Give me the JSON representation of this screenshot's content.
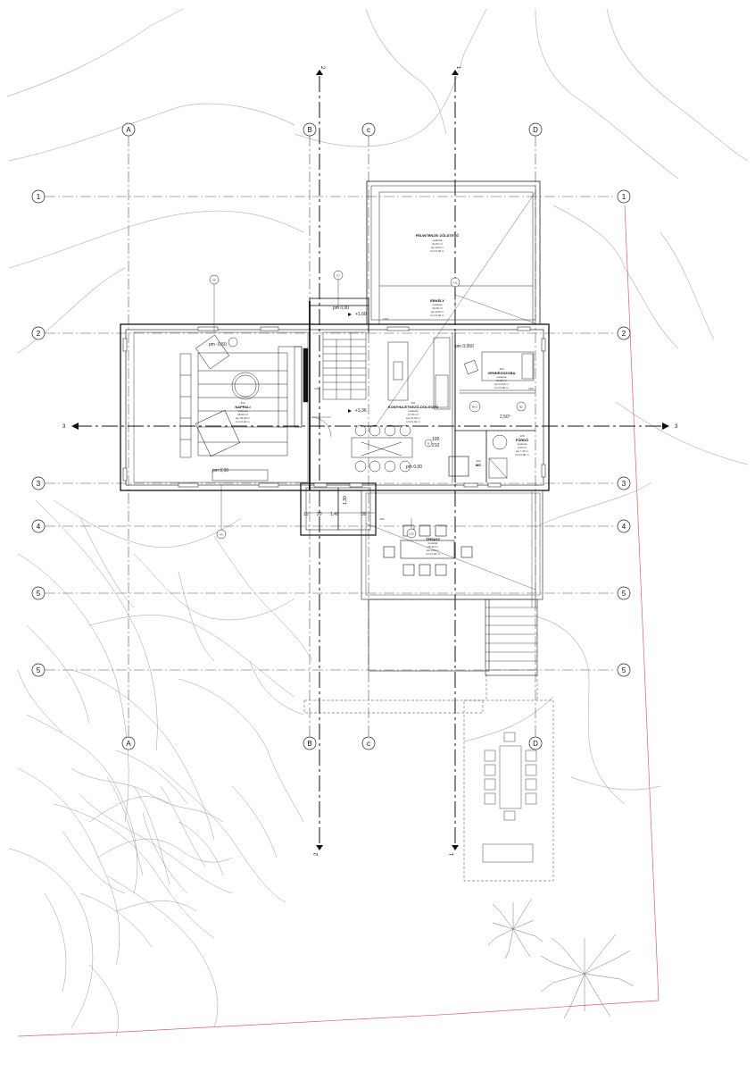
{
  "grid": {
    "columns": [
      "A",
      "B",
      "c",
      "D"
    ],
    "rows_left": [
      "1",
      "2",
      "3",
      "4",
      "5",
      "5"
    ],
    "rows_right": [
      "1",
      "2",
      "3",
      "4",
      "5",
      "5"
    ]
  },
  "section_marks": {
    "cut_2": "2",
    "cut_1": "1",
    "cut_3": "3"
  },
  "rooms": {
    "zoldteto": {
      "name": "FÉLINTENZÍV ZÖLDTETŐ",
      "floor": "parketta",
      "area": "21,54 m²",
      "perimeter": "ker.0,00 m",
      "height": "bm=3,00 m"
    },
    "ereszely": {
      "name": "ERKÉLY",
      "floor": "parketta",
      "area": "10,36 m²",
      "perimeter": "ker.0,00 m",
      "height": "bm=3,00 m"
    },
    "nappali": {
      "number": "202",
      "name": "NAPPALI",
      "floor": "parketta",
      "area": "38,90 m²",
      "perimeter": "ker.32,80 m",
      "height": "bm=3,40 m"
    },
    "konyha": {
      "number": "201",
      "name": "KONYHA-ÉTKEZŐ-DOLGOZÓ",
      "floor": "parketta",
      "area": "27,84 m²",
      "perimeter": "ker.24,60 m",
      "height": "bm=3,40 m"
    },
    "vendeg": {
      "number": "203",
      "name": "VENDÉGSZOBA",
      "floor": "parketta",
      "area": "11,52 m²",
      "perimeter": "ker.13,90 m",
      "height": "bm=2,80 m"
    },
    "furdo": {
      "number": "205",
      "name": "FÜRDŐ",
      "floor": "parketta",
      "area": "3,20 m²",
      "perimeter": "ker.7,40 m",
      "height": "bm=2,80 m"
    },
    "wc": {
      "number": "204",
      "name": "WC",
      "floor": "",
      "area": "",
      "perimeter": "",
      "height": ""
    },
    "terasz": {
      "name": "TERASZ",
      "floor": "burkolat",
      "area": "28,40 m²",
      "perimeter": "ker.0,00 m",
      "height": "bm=3,40 m"
    }
  },
  "levels": {
    "pm_top": "pm 0,00",
    "plus_160": "+1,60",
    "plus_336": "+3,36",
    "nappali_pm": "pm -0,50",
    "nappali_pm2": "pm 0,00",
    "konyha_pm": "pm 0,00",
    "vendeg_pm": "pm 0,050"
  },
  "tags": {
    "k7": "K7",
    "k8": "K8",
    "k9": "K9",
    "k10": "K10",
    "k11": "K11",
    "b4_2": "B4.2",
    "b2": "B2",
    "b": "B",
    "c61": "C61",
    "c63": "C63",
    "c64": "C64",
    "c65": "C65"
  },
  "dims": {
    "d140": "1,40",
    "d130": "1,30",
    "d30": "30",
    "d15": "15",
    "d20": "20",
    "d100": "100",
    "d210": "210",
    "slope": "2,50°"
  },
  "colors": {
    "line": "#222222",
    "grid_line": "#555555",
    "contour": "#b5b5b5",
    "tree": "#9a9a9a",
    "boundary": "#d9606b"
  }
}
